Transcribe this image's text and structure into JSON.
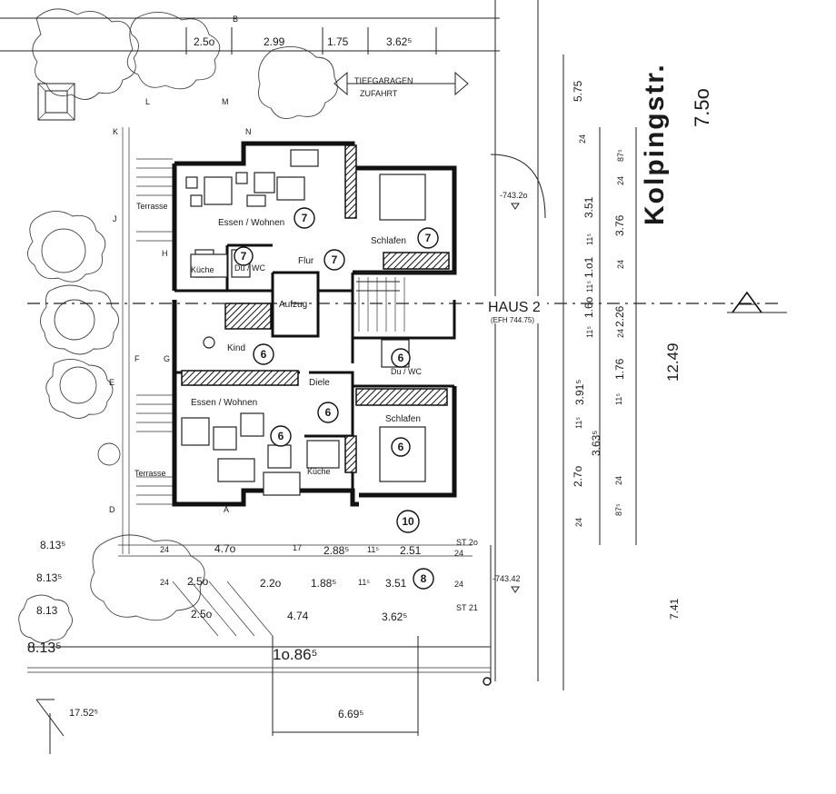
{
  "street": {
    "name": "Kolpingstr.",
    "width": "7.5o"
  },
  "garage": {
    "line1": "TIEFGARAGEN",
    "line2": "ZUFAHRT"
  },
  "house": {
    "name": "HAUS 2",
    "efh": "(EFH 744.75)"
  },
  "section_marker": "A",
  "rooms": {
    "upper_living": "Essen / Wohnen",
    "upper_sleep": "Schlafen",
    "flur": "Flur",
    "aufzug": "Aufzug",
    "kind": "Kind",
    "diele": "Diele",
    "lower_living": "Essen / Wohnen",
    "lower_sleep": "Schlafen",
    "kueche_upper": "Küche",
    "duwc_upper": "Du / WC",
    "duwc_lower": "Du / WC",
    "kueche_lower": "Küche",
    "terrasse_upper": "Terrasse",
    "terrasse_lower": "Terrasse"
  },
  "unit_numbers": {
    "upper_living": "7",
    "upper_sleep": "7",
    "flur": "7",
    "duwc_upper": "7",
    "kind": "6",
    "diele": "6",
    "duwc_lower": "6",
    "lower_living": "6",
    "lower_sleep": "6",
    "parking_10": "10",
    "parking_8": "8"
  },
  "letters": {
    "B": "B",
    "M": "M",
    "L": "L",
    "K": "K",
    "N": "N",
    "J": "J",
    "H": "H",
    "F": "F",
    "G": "G",
    "E": "E",
    "D": "D",
    "A": "A"
  },
  "dims_top": {
    "d1": "2.5o",
    "d2": "2.99",
    "d3": "1.75",
    "d4": "3.62⁵"
  },
  "dims_right": {
    "r575": "5.75",
    "r351": "3.51",
    "r376": "3.76",
    "r101": "1.o1",
    "r160": "1.6o",
    "r226": "2.26",
    "r176": "1.76",
    "r391": "3.91⁵",
    "r363": "3.63⁵",
    "r270": "2.7o",
    "r875a": "87⁵",
    "r875b": "87⁵",
    "r1249": "12.49",
    "r741": "7.41",
    "s24a": "24",
    "s24b": "24",
    "s24c": "24",
    "s24d": "24",
    "s24e": "24",
    "s24f": "24",
    "s115a": "11⁵",
    "s115b": "11⁵",
    "s115c": "11⁵",
    "s115d": "11⁵",
    "s115e": "11⁵",
    "lvl1": "-743.2o",
    "lvl2": "-743.42"
  },
  "dims_bottom": {
    "b470": "4.7o",
    "b288": "2.88⁵",
    "b251": "2.51",
    "st20": "ST 2o",
    "b250a": "2.5o",
    "b220": "2.2o",
    "b188": "1.88⁵",
    "b351": "3.51",
    "b250b": "2.5o",
    "b474": "4.74",
    "b362": "3.62⁵",
    "st21": "ST 21",
    "b1086": "1o.86⁵",
    "b669": "6.69⁵",
    "b1752": "17.52⁵",
    "l813a": "8.13⁵",
    "l813b": "8.13⁵",
    "l813c": "8.13",
    "l813d": "8.13⁵",
    "t24a": "24",
    "t24b": "24",
    "t24c": "24",
    "t24d": "24",
    "t17": "17",
    "t115a": "11⁵",
    "t115b": "11⁵"
  }
}
